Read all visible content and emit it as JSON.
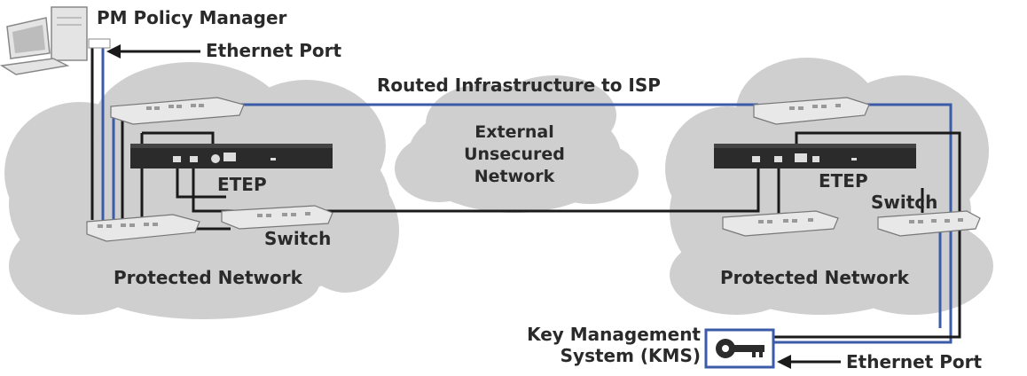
{
  "labels": {
    "pm_policy_manager": "PM Policy Manager",
    "ethernet_port_top": "Ethernet Port",
    "routed_infrastructure": "Routed Infrastructure to ISP",
    "external_line1": "External",
    "external_line2": "Unsecured",
    "external_line3": "Network",
    "etep_left": "ETEP",
    "etep_right": "ETEP",
    "switch_left": "Switch",
    "switch_right": "Switch",
    "protected_left": "Protected Network",
    "protected_right": "Protected Network",
    "kms_line1": "Key Management",
    "kms_line2": "System (KMS)",
    "ethernet_port_bottom": "Ethernet Port"
  },
  "colors": {
    "cloud": "#cfcfcf",
    "blue_link": "#3b5ba8",
    "black_link": "#1a1a1a",
    "device": "#2b2b2b",
    "switch_body": "#e8e8e8",
    "text": "#2a2a2a"
  },
  "icons": {
    "computer": "desktop-computer-icon",
    "key": "key-icon"
  }
}
